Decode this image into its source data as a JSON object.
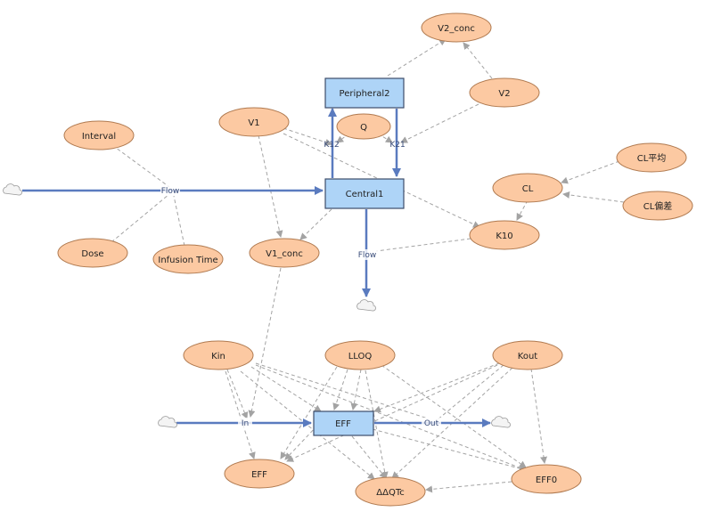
{
  "stocks": {
    "peripheral2": "Peripheral2",
    "central1": "Central1",
    "eff": "EFF"
  },
  "variables": {
    "v2_conc": "V2_conc",
    "v2": "V2",
    "q": "Q",
    "v1": "V1",
    "interval": "Interval",
    "dose": "Dose",
    "infusion_time": "Infusion Time",
    "v1_conc": "V1_conc",
    "cl": "CL",
    "cl_mean": "CL平均",
    "cl_dev": "CL偏差",
    "k10": "K10",
    "kin": "Kin",
    "lloq": "LLOQ",
    "kout": "Kout",
    "eff_var": "EFF",
    "ddqtc": "ΔΔQTc",
    "eff0": "EFF0"
  },
  "flows": {
    "dose_flow": "Flow",
    "elim_flow": "Flow",
    "k12": "K12",
    "k21": "K21",
    "in": "In",
    "out": "Out"
  },
  "colors": {
    "stock_fill": "#aed4f7",
    "stock_border": "#3d4d6a",
    "aux_fill": "#fcc9a2",
    "aux_border": "#b07a50",
    "flow": "#5a7bbf",
    "link": "#a3a3a3"
  }
}
